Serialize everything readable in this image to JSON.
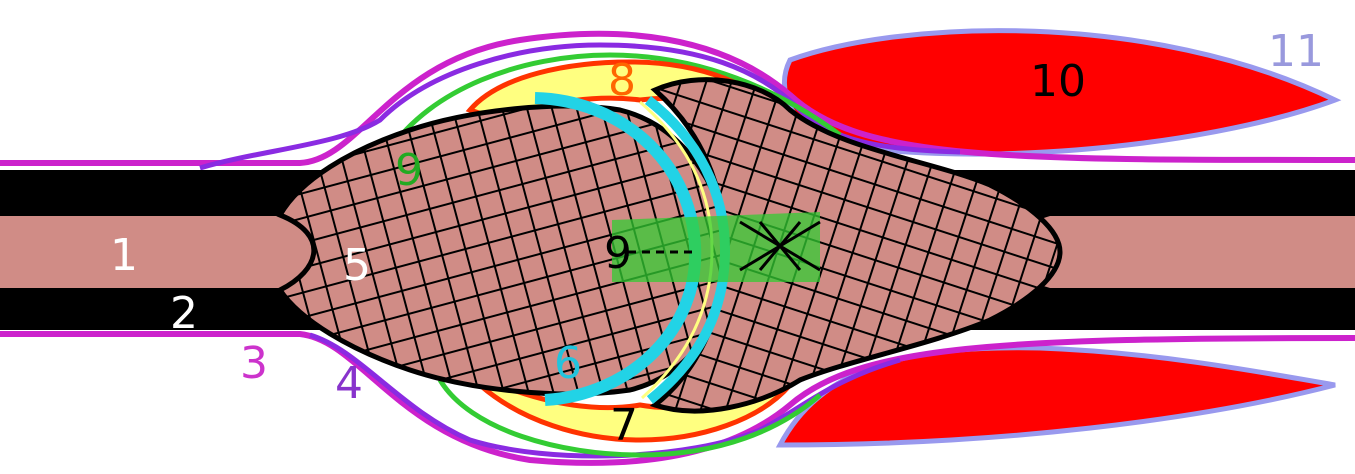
{
  "labels": {
    "l1": "1",
    "l2": "2",
    "l3": "3",
    "l4": "4",
    "l5": "5",
    "l6": "6",
    "l7": "7",
    "l8": "8",
    "l9a": "9",
    "l9b": "9",
    "l10": "10",
    "l11": "11"
  },
  "colors": {
    "bone": "#d08c86",
    "cortex": "#000000",
    "periosteum_outer": "#cc22cc",
    "capsule": "#8a2be2",
    "cartilage": "#22d3e6",
    "synovial_fluid": "#ffff80",
    "synovium": "#ff3300",
    "ligament": "#33cc33",
    "muscle": "#ff0000",
    "fascia": "#9999ee",
    "label_white": "#ffffff",
    "label_black": "#000000",
    "label_magenta": "#cc33cc",
    "label_purple": "#8833cc",
    "label_cyan": "#22c4dd",
    "label_orange": "#ff6600",
    "label_green": "#22aa22",
    "label_lavender": "#9999dd"
  }
}
